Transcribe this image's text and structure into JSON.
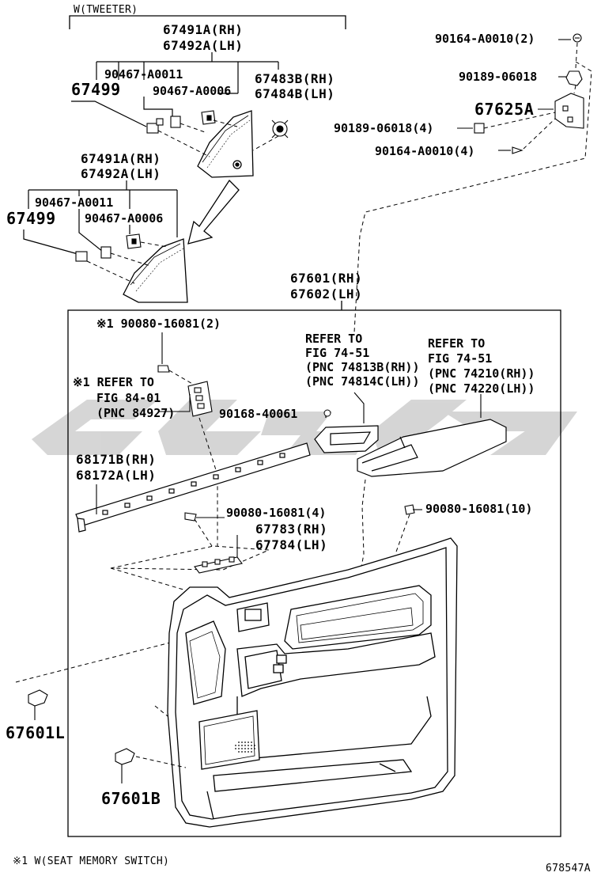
{
  "tweeter_note": "W(TWEETER)",
  "upper_group": {
    "rh": "67491A(RH)",
    "lh": "67492A(LH)"
  },
  "upper_clip1": "90467-A0011",
  "upper_clip2": "90467-A0006",
  "upper_67499": "67499",
  "speaker": {
    "rh": "67483B(RH)",
    "lh": "67484B(LH)"
  },
  "lower_group": {
    "rh": "67491A(RH)",
    "lh": "67492A(LH)"
  },
  "lower_clip1": "90467-A0011",
  "lower_clip2": "90467-A0006",
  "lower_67499": "67499",
  "hinge_screw_top": "90164-A0010(2)",
  "hinge_nut_top": "90189-06018",
  "hinge_bracket": "67625A",
  "hinge_nut": "90189-06018(4)",
  "hinge_screw": "90164-A0010(4)",
  "panel": {
    "rh": "67601(RH)",
    "lh": "67602(LH)"
  },
  "memory_screw": "※1 90080-16081(2)",
  "memory_ref": {
    "line1": "※1 REFER TO",
    "line2": "FIG 84-01",
    "line3": "(PNC 84927)"
  },
  "weatherstrip": {
    "rh": "68171B(RH)",
    "lh": "68172A(LH)"
  },
  "handle_ref": {
    "line1": "REFER TO",
    "line2": "FIG 74-51",
    "line3": "(PNC 74813B(RH))",
    "line4": "(PNC 74814C(LH))"
  },
  "armrest_ref": {
    "line1": "REFER TO",
    "line2": "FIG 74-51",
    "line3": "(PNC 74210(RH))",
    "line4": "(PNC 74220(LH))"
  },
  "clip_90168": "90168-40061",
  "screw_4": "90080-16081(4)",
  "screw_10": "90080-16081(10)",
  "bracket": {
    "rh": "67783(RH)",
    "lh": "67784(LH)"
  },
  "clip_L": "67601L",
  "clip_B": "67601B",
  "footnote": "※1 W(SEAT MEMORY SWITCH)",
  "figure_id": "678547A"
}
